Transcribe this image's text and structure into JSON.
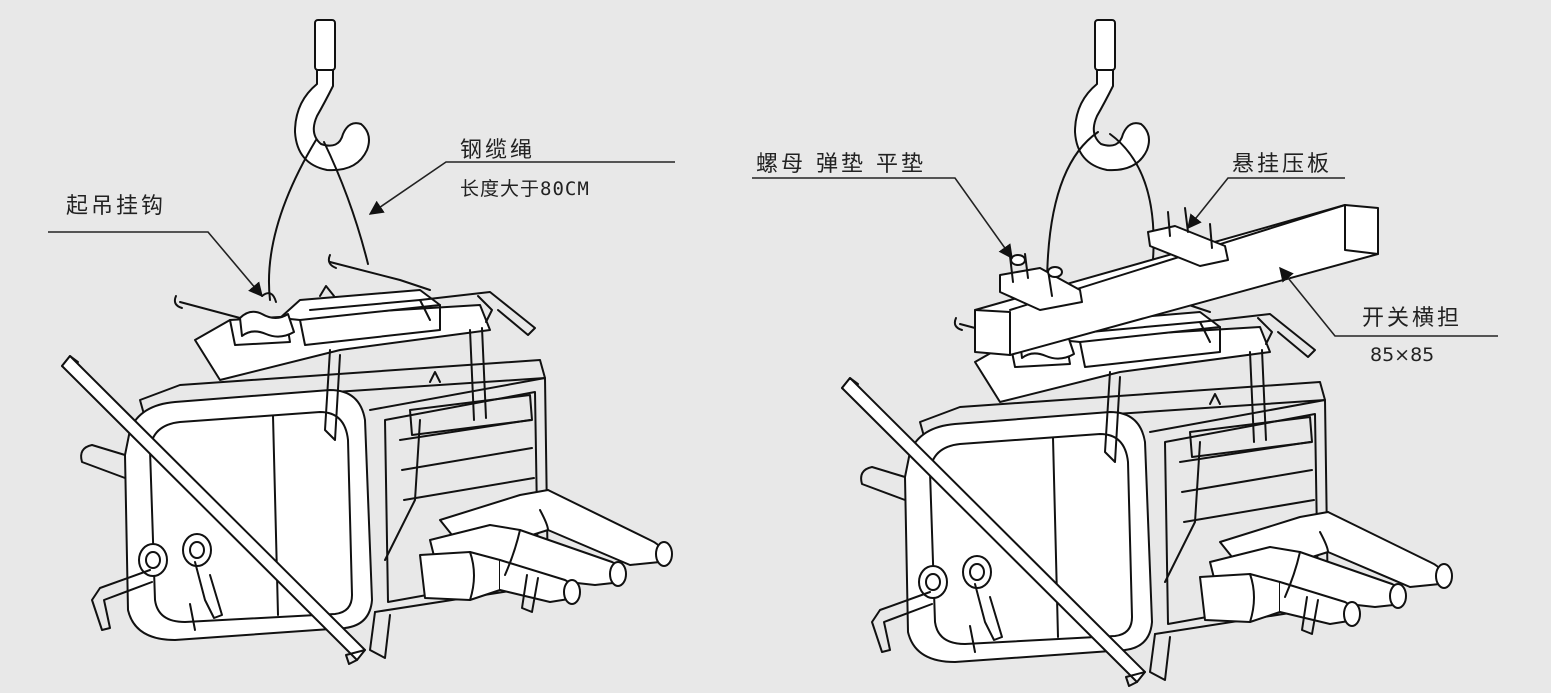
{
  "left_diagram": {
    "labels": {
      "lifting_hook": "起吊挂钩",
      "wire_rope": "钢缆绳",
      "rope_length": "长度大于80CM"
    }
  },
  "right_diagram": {
    "labels": {
      "nut_washers": "螺母 弹垫 平垫",
      "hanging_plate": "悬挂压板",
      "cross_arm": "开关横担",
      "cross_arm_size": "85×85"
    }
  }
}
